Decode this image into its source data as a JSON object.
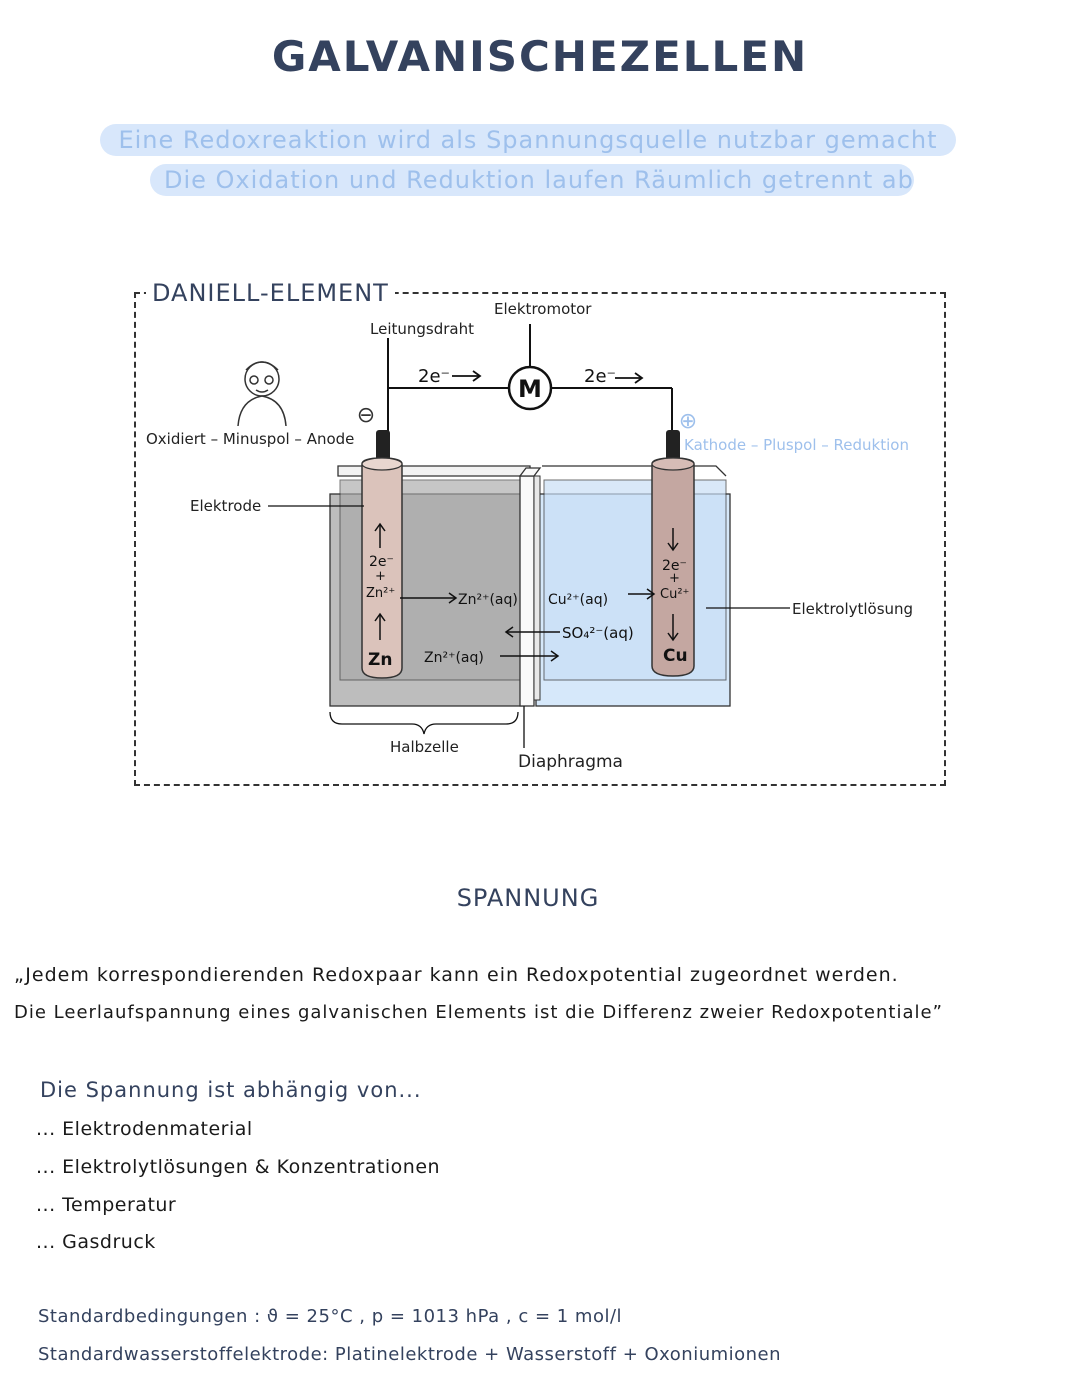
{
  "page": {
    "title": "GALVANISCHEZELLEN",
    "highlight_line_1": "Eine Redoxreaktion wird als Spannungsquelle nutzbar gemacht",
    "highlight_line_2": "Die Oxidation und Reduktion laufen Räumlich getrennt ab"
  },
  "diagram": {
    "frame_title": "DANIELL-ELEMENT",
    "label_elektromotor": "Elektromotor",
    "label_leitungsdraht": "Leitungsdraht",
    "motor_symbol": "M",
    "electron_left": "2e⁻",
    "electron_right": "2e⁻",
    "minus_symbol": "⊖",
    "plus_symbol": "⊕",
    "anode_label": "Oxidiert – Minuspol – Anode",
    "cathode_label": "Kathode – Pluspol – Reduktion",
    "label_elektrode": "Elektrode",
    "label_elektrolytloesung": "Elektrolytlösung",
    "label_halbzelle": "Halbzelle",
    "label_diaphragma": "Diaphragma",
    "zn_electrode_electrons": "2e⁻",
    "zn_electrode_plus": "+",
    "zn_electrode_ion": "Zn²⁺",
    "zn_electrode_metal": "Zn",
    "cu_electrode_electrons": "2e⁻",
    "cu_electrode_plus": "+",
    "cu_electrode_ion": "Cu²⁺",
    "cu_electrode_metal": "Cu",
    "zn_ion_aq_top": "Zn²⁺(aq)",
    "zn_ion_aq_bottom": "Zn²⁺(aq)",
    "cu_ion_aq": "Cu²⁺(aq)",
    "sulfate_aq": "SO₄²⁻(aq)"
  },
  "voltage": {
    "heading": "SPANNUNG",
    "quote_line_1": "„Jedem korrespondierenden Redoxpaar kann ein Redoxpotential zugeordnet werden.",
    "quote_line_2": "Die Leerlaufspannung eines galvanischen Elements ist die Differenz zweier Redoxpotentiale”",
    "dependency_heading": "Die Spannung ist abhängig von...",
    "dependencies": [
      "... Elektrodenmaterial",
      "... Elektrolytlösungen & Konzentrationen",
      "... Temperatur",
      "... Gasdruck"
    ],
    "standard_conditions": "Standardbedingungen : ϑ = 25°C , p = 1013 hPa , c = 1 mol/l",
    "standard_electrode": "Standardwasserstoffelektrode: Platinelektrode + Wasserstoff + Oxoniumionen"
  }
}
